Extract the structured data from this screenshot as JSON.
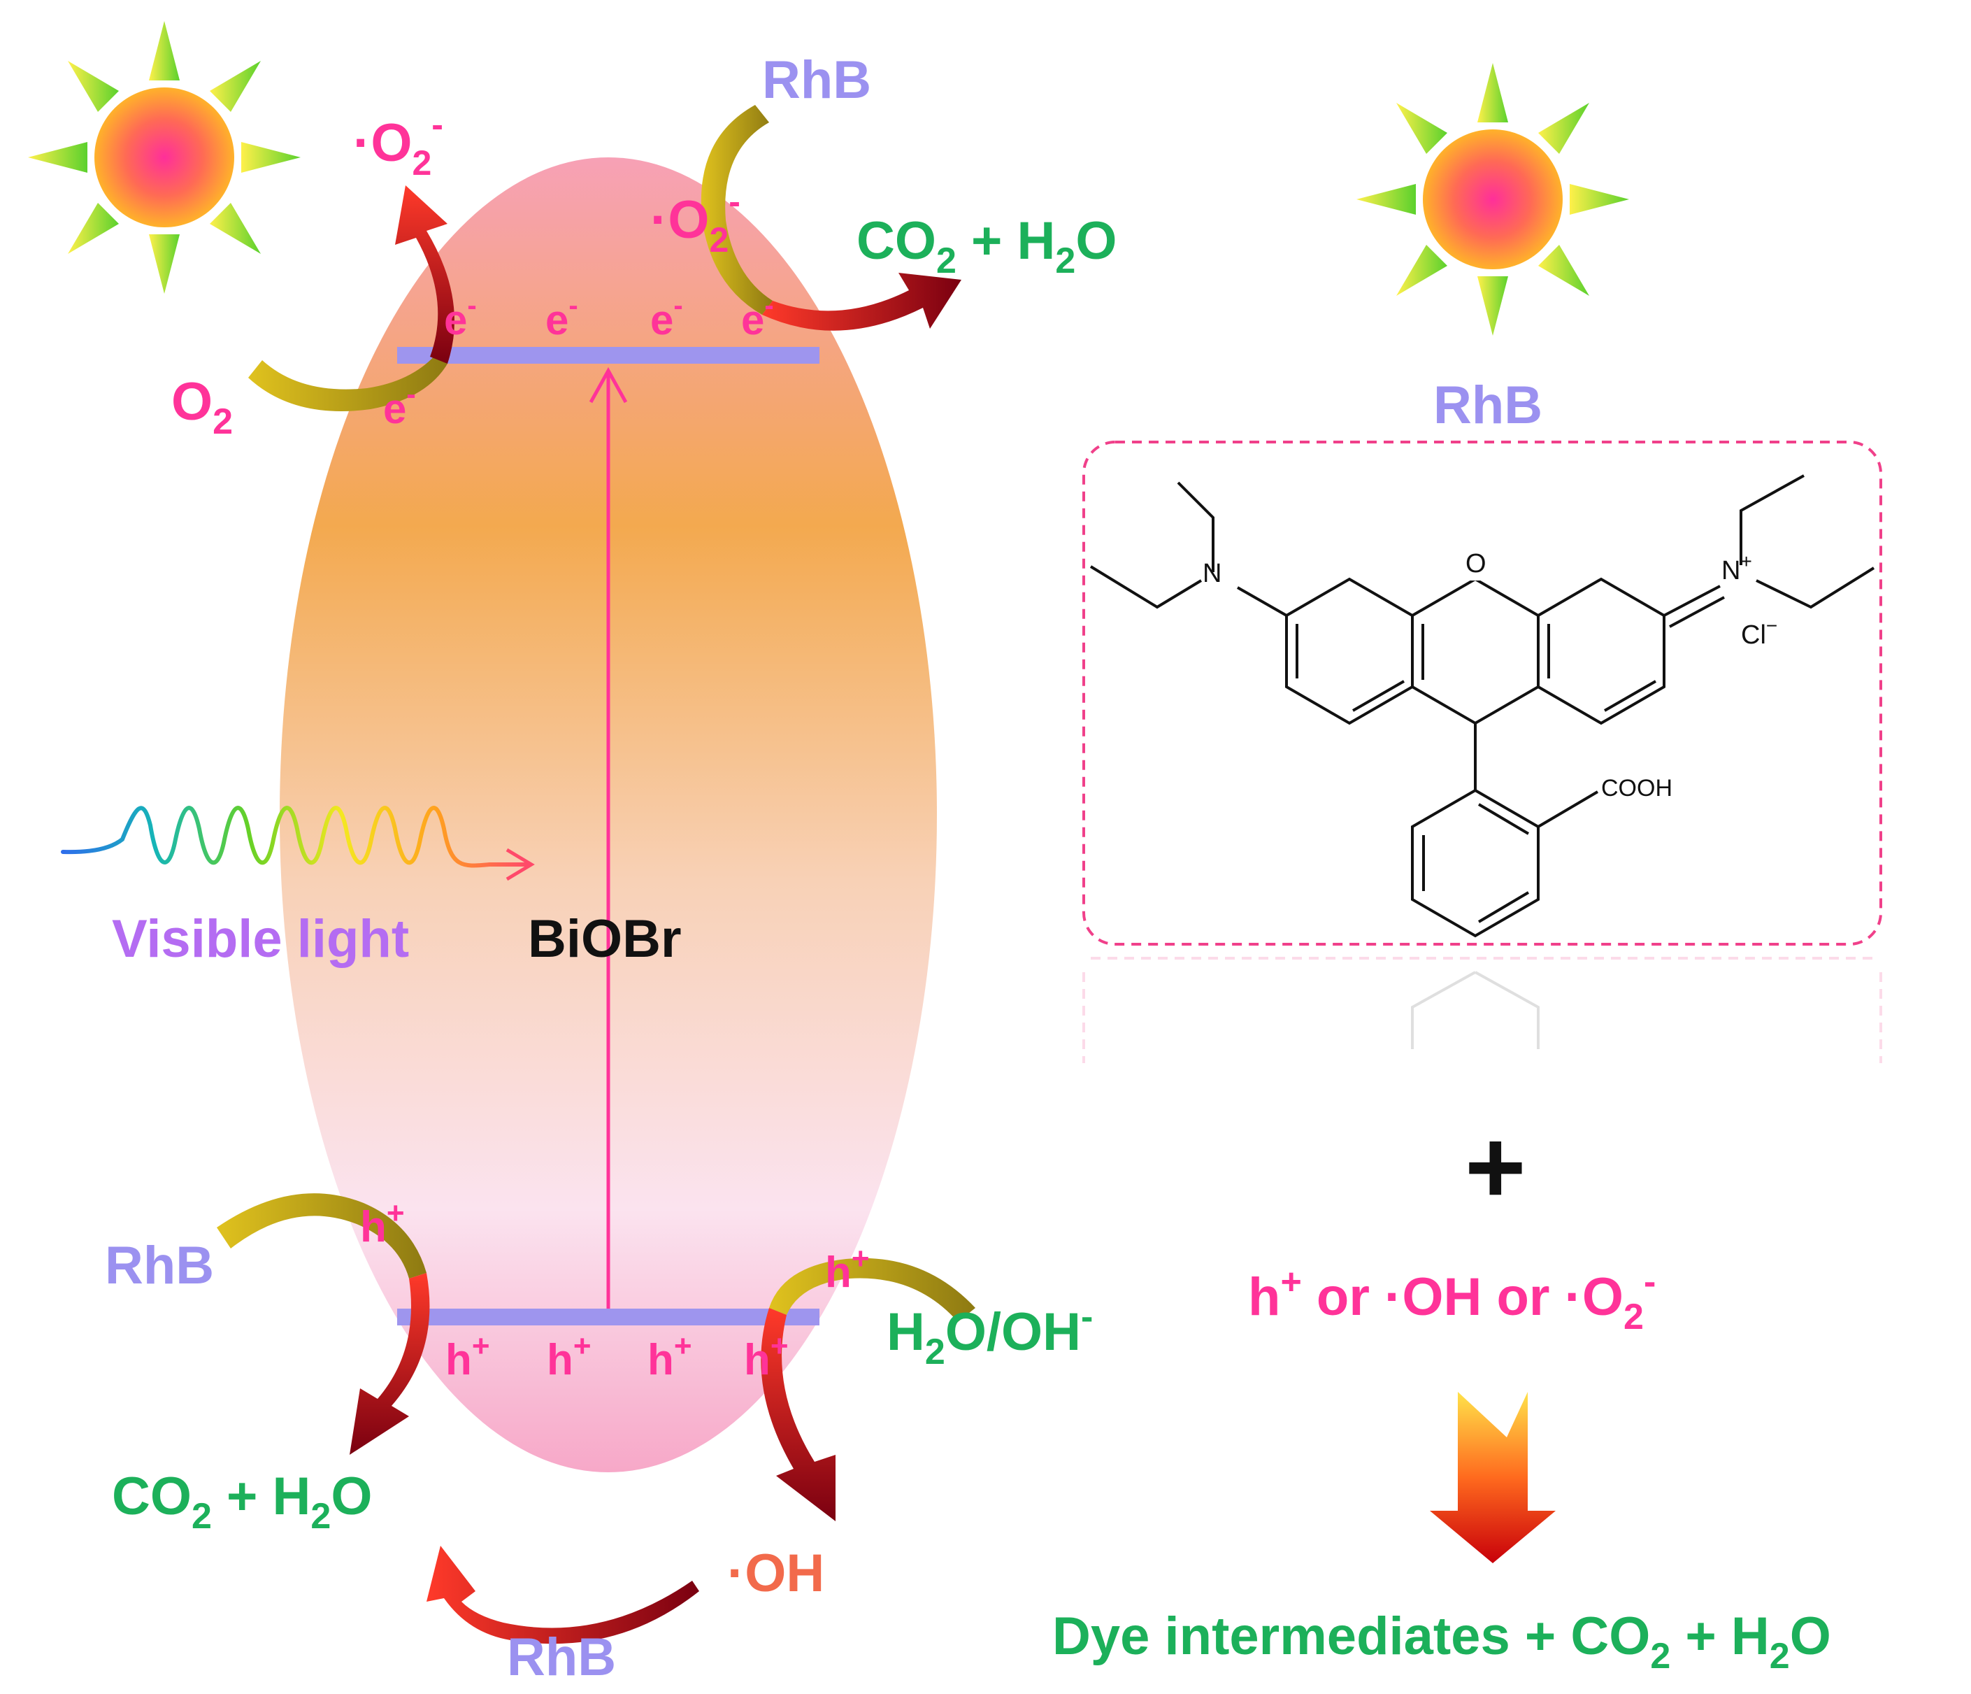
{
  "colors": {
    "rhb": "#9B91F0",
    "pink": "#FF3399",
    "green": "#1CB05A",
    "black": "#111111",
    "oh_orange": "#F26A4B",
    "band": "#9E95EE",
    "dash": "#F0408A"
  },
  "carrier_labels": {
    "electron": "e",
    "electron_sign": "-",
    "hole": "h",
    "hole_sign": "+"
  },
  "left": {
    "rhb_top": "RhB",
    "superoxide_top": {
      "dot": "·",
      "base": "O",
      "sub": "2",
      "sup": "-"
    },
    "superoxide_mid": {
      "dot": "·",
      "base": "O",
      "sub": "2",
      "sup": "-"
    },
    "o2": {
      "base": "O",
      "sub": "2"
    },
    "products_top": {
      "a": "CO",
      "a_sub": "2",
      "plus": " + H",
      "b_sub": "2",
      "b_end": "O"
    },
    "visible_light": "Visible light",
    "material": "BiOBr",
    "rhb_left": "RhB",
    "h2o_oh": {
      "a": "H",
      "a_sub": "2",
      "b": "O/OH",
      "sup": "-"
    },
    "products_bottom": {
      "a": "CO",
      "a_sub": "2",
      "plus": " + H",
      "b_sub": "2",
      "b_end": "O"
    },
    "hydroxyl": "·OH",
    "rhb_bottom": "RhB"
  },
  "right": {
    "rhb_label": "RhB",
    "structure_labels": {
      "n_left": "N",
      "o_ring": "O",
      "n_right": "N",
      "n_charge": "+",
      "chloride": "Cl",
      "chloride_charge": "−",
      "cooh": "COOH"
    },
    "plus": "+",
    "reactive_species": {
      "h": "h",
      "h_sup": "+",
      "or1": " or ·OH or ·O",
      "o2_sub": "2",
      "o2_sup": "-"
    },
    "products": {
      "a": "Dye intermediates  + CO",
      "a_sub": "2",
      "plus": " + H",
      "b_sub": "2",
      "b_end": "O"
    }
  }
}
